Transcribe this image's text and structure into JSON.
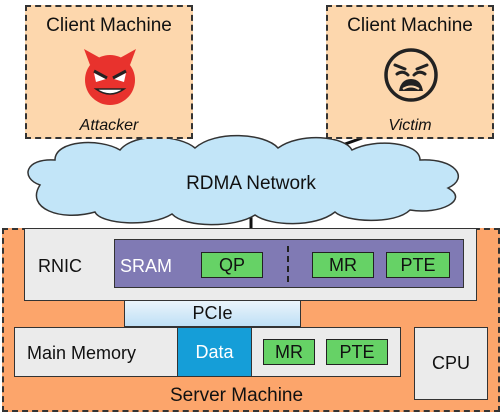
{
  "clients": [
    {
      "title": "Client Machine",
      "role": "Attacker",
      "icon": "devil-face-icon"
    },
    {
      "title": "Client Machine",
      "role": "Victim",
      "icon": "crying-face-icon"
    }
  ],
  "network": {
    "label": "RDMA Network"
  },
  "server": {
    "label": "Server Machine",
    "rnic": {
      "label": "RNIC",
      "sram": {
        "label": "SRAM",
        "items": [
          "QP",
          "MR",
          "PTE"
        ]
      }
    },
    "pcie": {
      "label": "PCIe"
    },
    "main_memory": {
      "label": "Main Memory",
      "data": "Data",
      "items": [
        "MR",
        "PTE"
      ]
    },
    "cpu": {
      "label": "CPU"
    }
  },
  "colors": {
    "client_bg": "#fdd7ad",
    "server_bg": "#fca56b",
    "sram_bg": "#807ab4",
    "green": "#66d266",
    "data_bg": "#159ed8",
    "cloud": "#c2e5f8",
    "devil_red": "#e8322d"
  }
}
